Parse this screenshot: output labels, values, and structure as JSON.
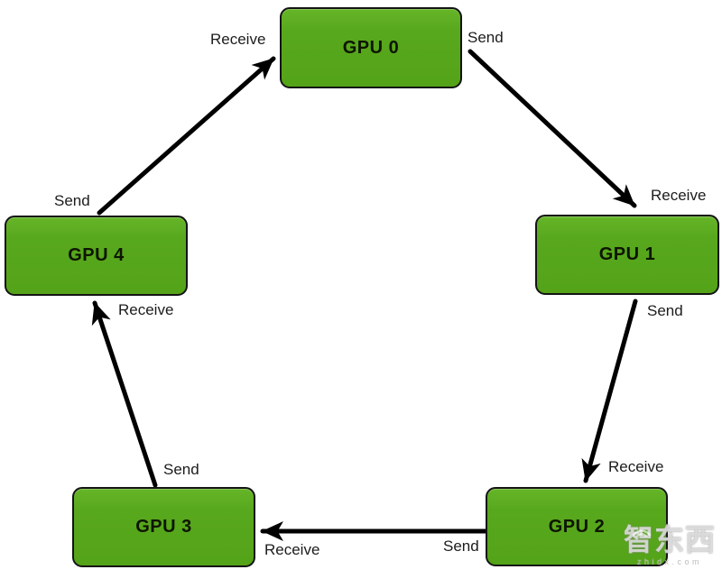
{
  "diagram": {
    "type": "ring-topology",
    "nodes": [
      {
        "id": "gpu-0",
        "label": "GPU 0"
      },
      {
        "id": "gpu-1",
        "label": "GPU 1"
      },
      {
        "id": "gpu-2",
        "label": "GPU 2"
      },
      {
        "id": "gpu-3",
        "label": "GPU 3"
      },
      {
        "id": "gpu-4",
        "label": "GPU 4"
      }
    ],
    "edges": [
      {
        "from": "gpu-0",
        "to": "gpu-1",
        "send_label": "Send",
        "receive_label": "Receive"
      },
      {
        "from": "gpu-1",
        "to": "gpu-2",
        "send_label": "Send",
        "receive_label": "Receive"
      },
      {
        "from": "gpu-2",
        "to": "gpu-3",
        "send_label": "Send",
        "receive_label": "Receive"
      },
      {
        "from": "gpu-3",
        "to": "gpu-4",
        "send_label": "Send",
        "receive_label": "Receive"
      },
      {
        "from": "gpu-4",
        "to": "gpu-0",
        "send_label": "Send",
        "receive_label": "Receive"
      }
    ],
    "colors": {
      "node_fill": "#58a81e",
      "node_border": "#141414",
      "arrow": "#000000",
      "label_text": "#1c1c1c"
    },
    "watermark": {
      "logo_text": "智东西",
      "caption": "zhidx.com"
    }
  }
}
